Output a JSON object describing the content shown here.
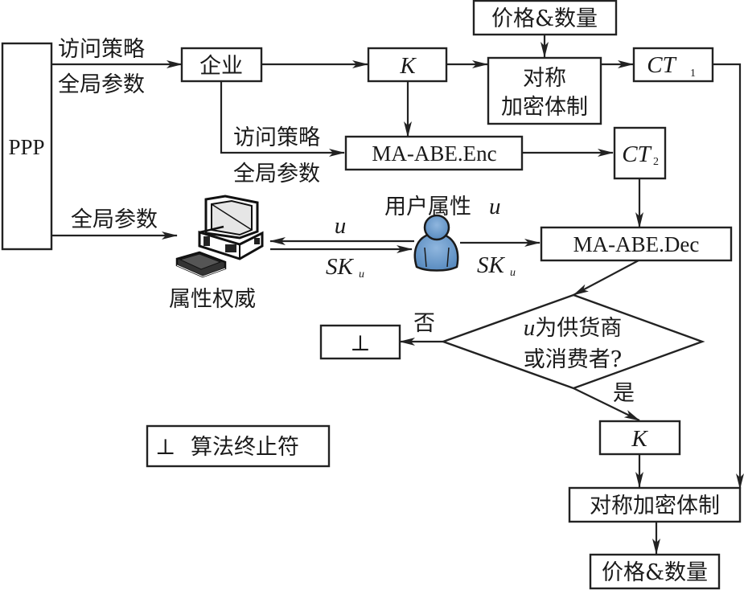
{
  "nodes": {
    "ppp": "PPP",
    "enterprise": "企业",
    "key_top": "K",
    "price_qty_top": "价格&数量",
    "sym_enc_top_line1": "对称",
    "sym_enc_top_line2": "加密体制",
    "ct1_main": "CT",
    "ct1_sub": "1",
    "enc": "MA-ABE.Enc",
    "ct2_main": "CT",
    "ct2_sub": "2",
    "dec": "MA-ABE.Dec",
    "decision_line1_var": "u",
    "decision_line1": "为供货商",
    "decision_line2": "或消费者?",
    "terminate": "⊥",
    "key_bottom": "K",
    "sym_enc_bottom": "对称加密体制",
    "price_qty_bottom": "价格&数量"
  },
  "labels": {
    "access_policy_1": "访问策略",
    "global_params_1": "全局参数",
    "access_policy_2": "访问策略",
    "global_params_2": "全局参数",
    "global_params_3": "全局参数",
    "attr_authority": "属性权威",
    "user_attr": "用户属性",
    "user_attr_var": "u",
    "arrow_u": "u",
    "sk_main_1": "SK",
    "sk_sub_1": "u",
    "sk_main_2": "SK",
    "sk_sub_2": "u",
    "no": "否",
    "yes": "是"
  },
  "legend": {
    "symbol": "⊥",
    "text": "算法终止符"
  },
  "icons": {
    "computer": "computer-icon",
    "user": "user-icon"
  },
  "colors": {
    "stroke": "#222222",
    "user_fill": "#6b9bcc",
    "user_stroke": "#1a1a1a"
  }
}
